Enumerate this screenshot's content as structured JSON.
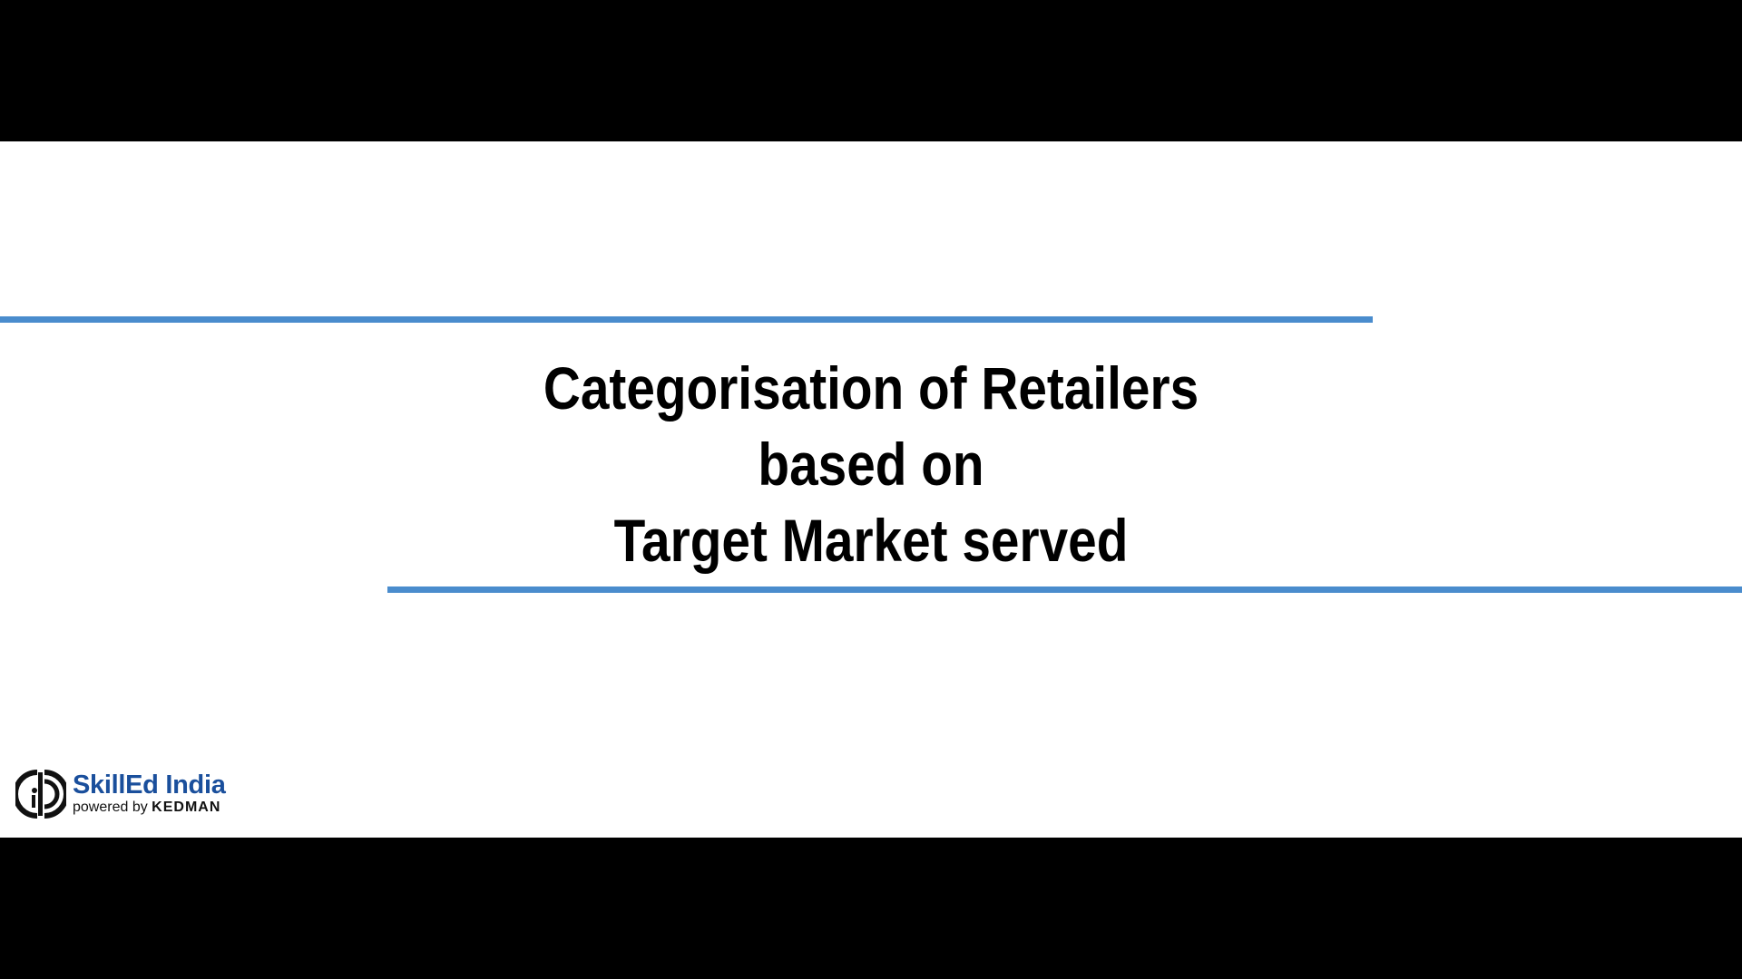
{
  "slide": {
    "title_lines": [
      "Categorisation of Retailers",
      "based on",
      "Target Market served"
    ],
    "accent_color": "#4a8ccd",
    "letterbox_color": "#000000"
  },
  "logo": {
    "icon": "skilled-india-logo-icon",
    "brand": "SkillEd India",
    "powered_prefix": "powered by",
    "powered_company": "KEDMAN",
    "brand_color": "#1a4f9c"
  }
}
